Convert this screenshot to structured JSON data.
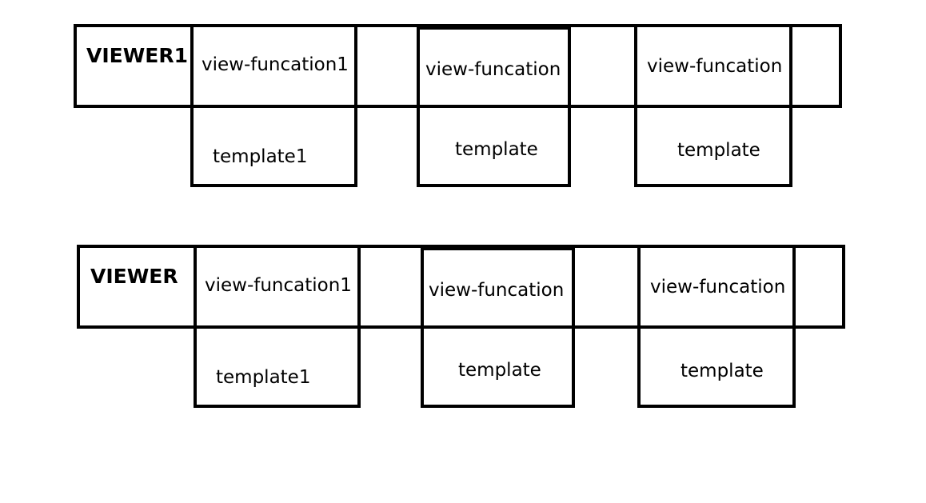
{
  "diagrams": [
    {
      "title": "VIEWER1",
      "functions": [
        "view-funcation1",
        "view-funcation",
        "view-funcation"
      ],
      "templates": [
        "template1",
        "template",
        "template"
      ]
    },
    {
      "title": "VIEWER",
      "functions": [
        "view-funcation1",
        "view-funcation",
        "view-funcation"
      ],
      "templates": [
        "template1",
        "template",
        "template"
      ]
    }
  ]
}
